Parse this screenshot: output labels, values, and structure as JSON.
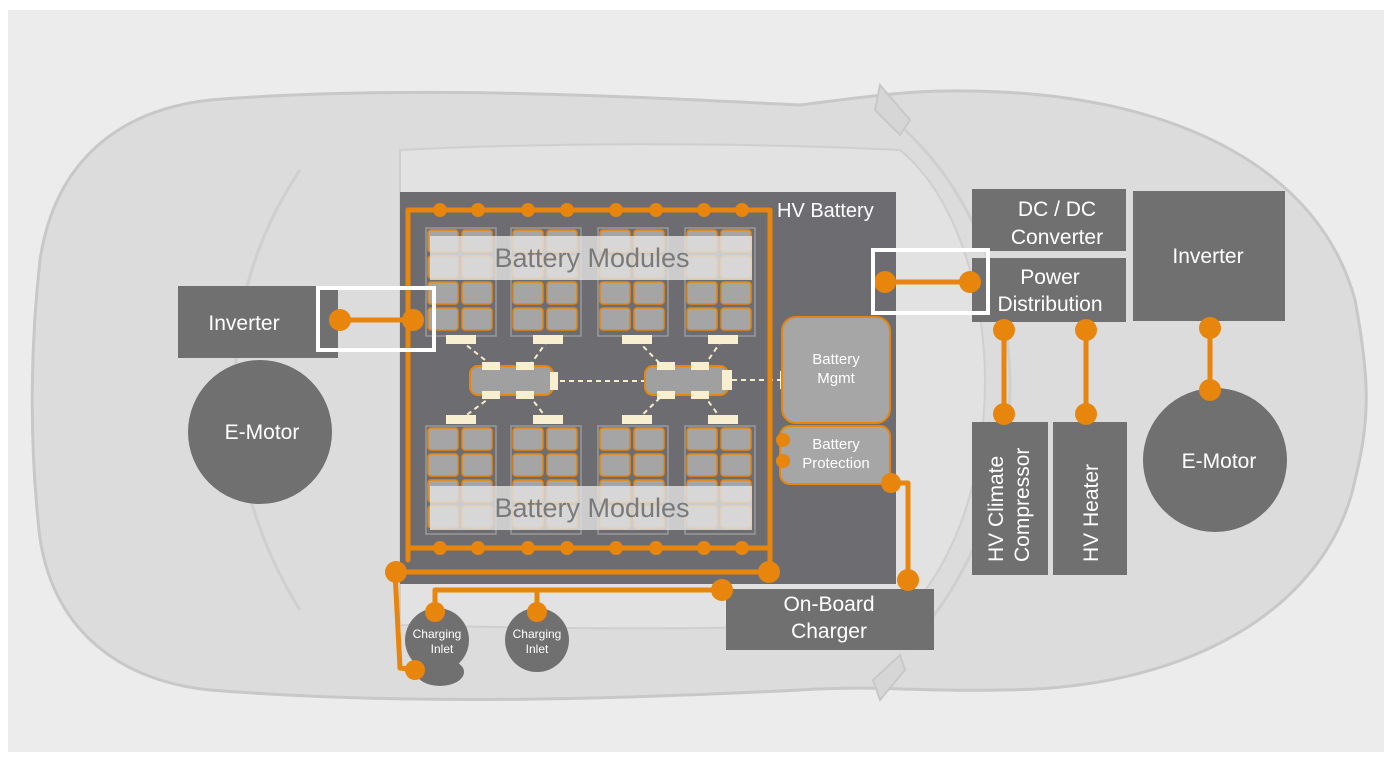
{
  "colors": {
    "background": "#ececec",
    "car_fill": "#dcdcdc",
    "car_line": "#c8c8c8",
    "component": "#707070",
    "battery_pack": "#6d6d71",
    "cell": "#a5a5a5",
    "cell_light": "#d2d2d2",
    "hv_line": "#e8850c",
    "signal_line": "#f5ecc8",
    "highlight": "#ffffff",
    "text_light": "#ffffff",
    "text_dim": "#7a7a7a"
  },
  "labels": {
    "hv_battery": "HV Battery",
    "battery_modules_top": "Battery Modules",
    "battery_modules_bottom": "Battery Modules",
    "battery_mgmt": [
      "Battery",
      "Mgmt"
    ],
    "battery_protection": [
      "Battery",
      "Protection"
    ],
    "inverter_left": "Inverter",
    "e_motor_left": "E-Motor",
    "dc_dc_converter": [
      "DC / DC",
      "Converter"
    ],
    "power_distribution": [
      "Power",
      "Distribution"
    ],
    "inverter_right": "Inverter",
    "e_motor_right": "E-Motor",
    "hv_climate_compressor": [
      "HV Climate",
      "Compressor"
    ],
    "hv_heater": "HV Heater",
    "on_board_charger": [
      "On-Board",
      "Charger"
    ],
    "charging_inlet_1": [
      "Charging",
      "Inlet"
    ],
    "charging_inlet_2": [
      "Charging",
      "Inlet"
    ]
  }
}
